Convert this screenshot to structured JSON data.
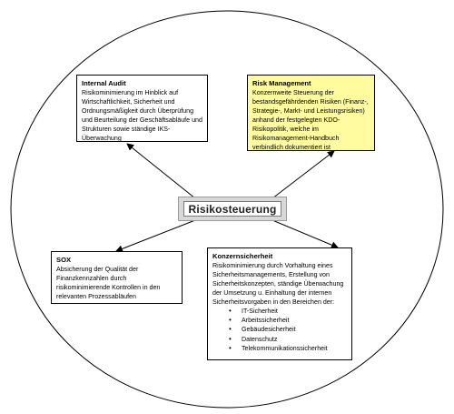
{
  "center": {
    "label": "Risikosteuerung"
  },
  "internal_audit": {
    "title": "Internal Audit",
    "body": "Risikominimierung im Hinblick auf Wirtschaftlichkeit, Sicherheit und Ordnungsmäßigkeit durch Überprüfung und Beurteilung der Geschäftsabläufe und Strukturen sowie ständige IKS-Überwachung"
  },
  "risk_management": {
    "title": "Risk Management",
    "body": "Konzernweite Steuerung der bestandsgefährdenden Risiken (Finanz-, Strategie-, Markt- und Leistungsrisiken) anhand der festgelegten KDO-Risikopolitik, welche im Risikomanagement-Handbuch verbindlich dokumentiert ist",
    "fill_color": "#fffb9f"
  },
  "sox": {
    "title": "SOX",
    "body": "Absicherung der Qualität der Finanzkennzahlen durch risikominimierende Kontrollen in den relevanten Prozessabläufen"
  },
  "konzernsicherheit": {
    "title": "Konzernsicherheit",
    "body": "Risikominimierung durch Vorhaltung eines Sicherheitsmanagements, Erstellung von Sicherheitskonzepten, ständige Überwachung der Umsetzung u. Einhaltung der internen Sicherheitsvorgaben in den Bereichen der:",
    "items": [
      "IT-Sicherheit",
      "Arbeitssicherheit",
      "Gebäudesicherheit",
      "Datenschutz",
      "Telekommunikationssicherheit"
    ]
  }
}
